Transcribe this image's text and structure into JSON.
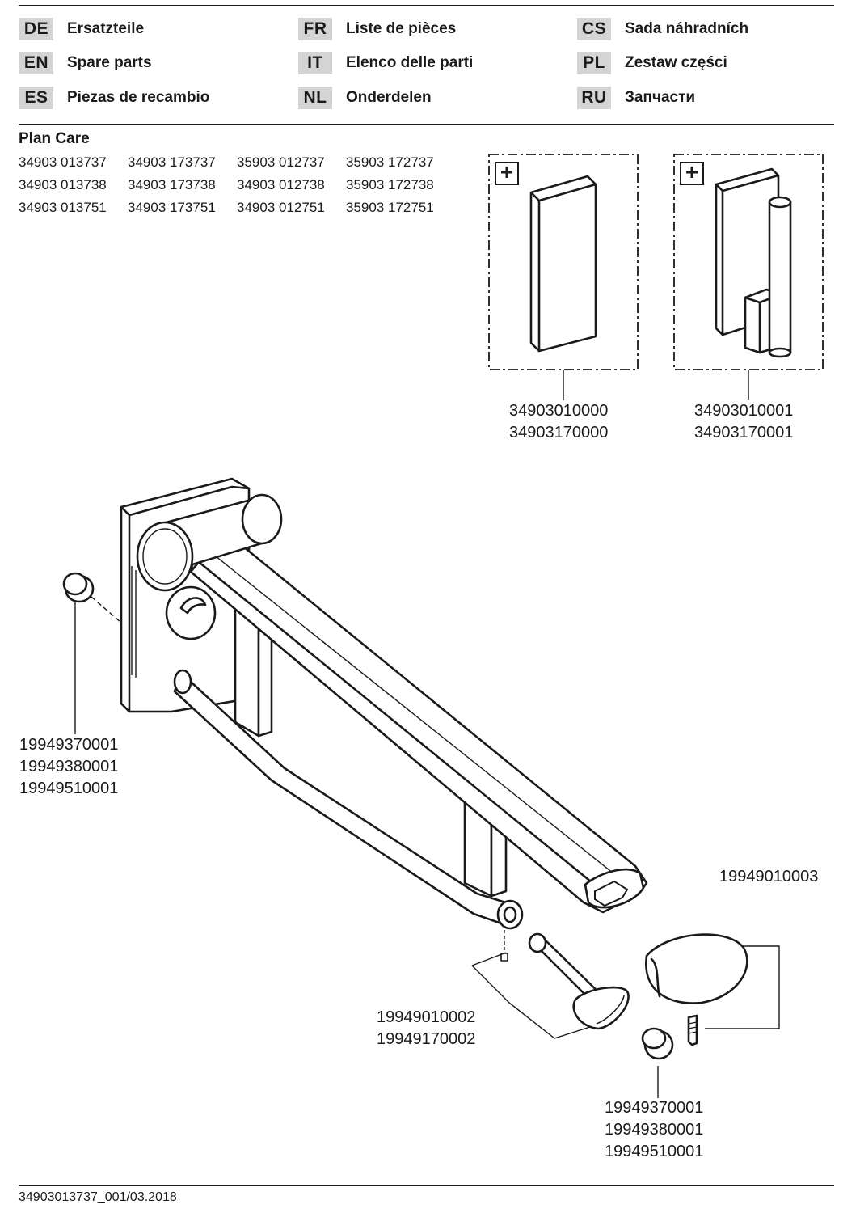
{
  "languages": [
    {
      "code": "DE",
      "name": "Ersatzteile"
    },
    {
      "code": "EN",
      "name": "Spare parts"
    },
    {
      "code": "ES",
      "name": "Piezas de recambio"
    },
    {
      "code": "FR",
      "name": "Liste de pièces"
    },
    {
      "code": "IT",
      "name": "Elenco delle parti"
    },
    {
      "code": "NL",
      "name": "Onderdelen"
    },
    {
      "code": "CS",
      "name": "Sada náhradních"
    },
    {
      "code": "PL",
      "name": "Zestaw części"
    },
    {
      "code": "RU",
      "name": "Запчасти"
    }
  ],
  "product": {
    "title": "Plan Care",
    "article_numbers": [
      [
        "34903 013737",
        "34903 173737",
        "35903 012737",
        "35903 172737"
      ],
      [
        "34903 013738",
        "34903 173738",
        "34903 012738",
        "35903 172738"
      ],
      [
        "34903 013751",
        "34903 173751",
        "34903 012751",
        "35903 172751"
      ]
    ]
  },
  "accessories": [
    {
      "badge": "+",
      "part_numbers": [
        "34903010000",
        "34903170000"
      ]
    },
    {
      "badge": "+",
      "part_numbers": [
        "34903010001",
        "34903170001"
      ]
    }
  ],
  "part_labels": {
    "left_cap": [
      "19949370001",
      "19949380001",
      "19949510001"
    ],
    "end_cap": [
      "19949010003"
    ],
    "pin": [
      "19949010002",
      "19949170002"
    ],
    "small_cap": [
      "19949370001",
      "19949380001",
      "19949510001"
    ]
  },
  "footer": "34903013737_001/03.2018"
}
